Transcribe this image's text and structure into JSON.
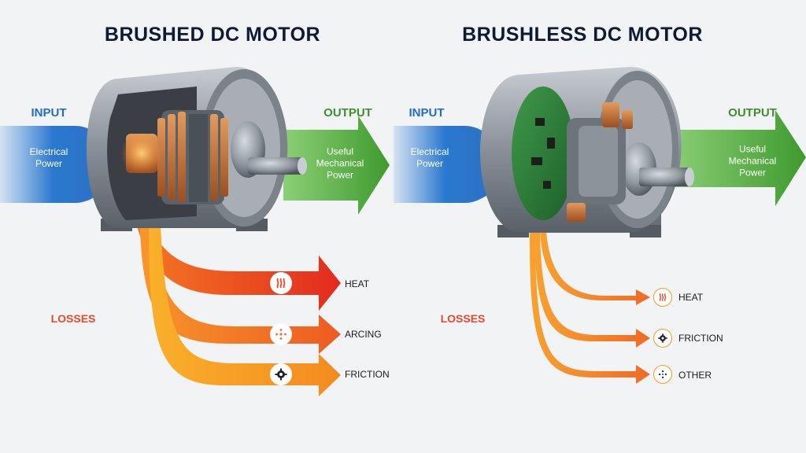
{
  "brushed": {
    "title": "BRUSHED DC MOTOR",
    "input_label": "INPUT",
    "input_text": "Electrical\nPower",
    "output_label": "OUTPUT",
    "output_text": "Useful\nMechanical\nPower",
    "losses_label": "LOSSES",
    "losses": [
      {
        "label": "HEAT",
        "icon": "heat-icon"
      },
      {
        "label": "ARCING",
        "icon": "spark-icon"
      },
      {
        "label": "FRICTION",
        "icon": "gear-icon"
      }
    ]
  },
  "brushless": {
    "title": "BRUSHLESS DC MOTOR",
    "input_label": "INPUT",
    "input_text": "Electrical\nPower",
    "output_label": "OUTPUT",
    "output_text": "Useful\nMechanical\nPower",
    "losses_label": "LOSSES",
    "losses": [
      {
        "label": "HEAT",
        "icon": "heat-icon"
      },
      {
        "label": "FRICTION",
        "icon": "gear-icon"
      },
      {
        "label": "OTHER",
        "icon": "dots-icon"
      }
    ]
  },
  "colors": {
    "input_blue": "#1f6ec4",
    "output_green": "#3d8e2d",
    "loss_red": "#e8482a",
    "loss_orange": "#f39a1e"
  }
}
